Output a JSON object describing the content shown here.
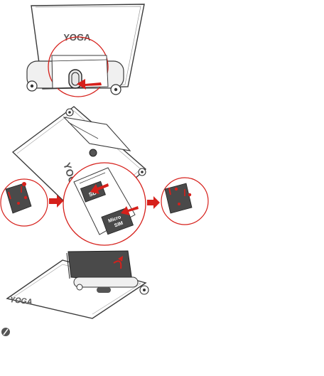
{
  "brand": {
    "logo_text": "YOGA",
    "logo_text_rotated": "YOGA",
    "logo_text_stand": "YOGA"
  },
  "sim": {
    "micro_label_line1": "Micro",
    "micro_label_line2": "SIM",
    "sd_label": "SD"
  },
  "colors": {
    "accent": "#d6201b",
    "line": "#3a3a3a",
    "fill_light": "#f2f2f2",
    "fill_dark": "#4a4a4a"
  },
  "icons": {
    "note": "pencil-note-icon",
    "arrow": "red-arrow-icon"
  }
}
